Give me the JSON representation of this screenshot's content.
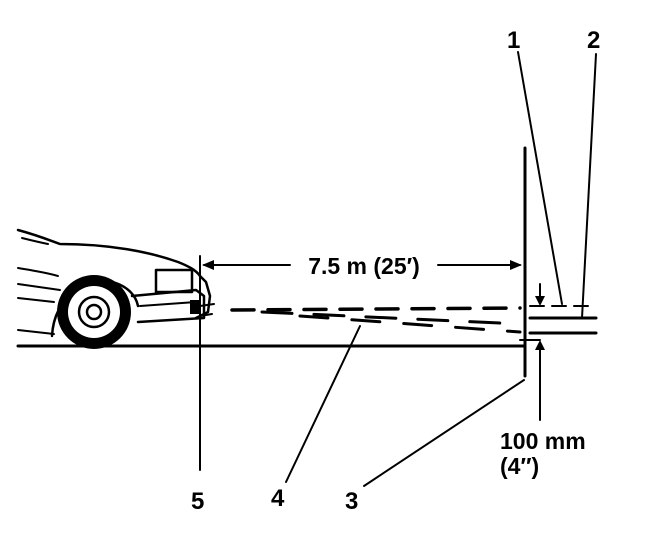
{
  "diagram": {
    "distance_label": "7.5 m (25′)",
    "height_label_line1": "100 mm",
    "height_label_line2": "(4″)",
    "callouts": {
      "c1": "1",
      "c2": "2",
      "c3": "3",
      "c4": "4",
      "c5": "5"
    },
    "colors": {
      "ink": "#000000",
      "background": "#ffffff"
    }
  }
}
